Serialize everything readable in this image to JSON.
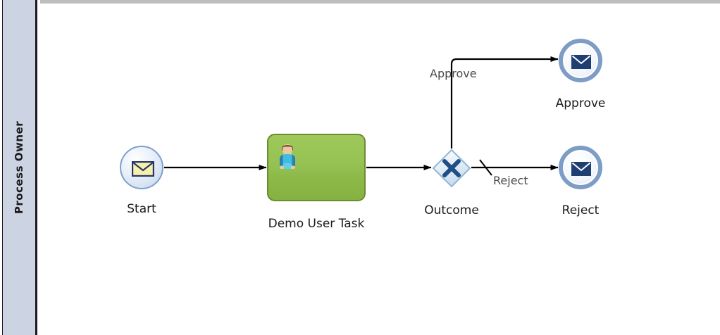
{
  "diagram": {
    "type": "bpmn-process-diagram",
    "lane": {
      "name": "Process Owner",
      "fill_color": "#ccd4e3",
      "border_color": "#1a1a1a"
    },
    "canvas_background": "#ffffff",
    "top_border_color": "#bdbdbd",
    "nodes": [
      {
        "id": "start",
        "label": "Start",
        "node_type": "message-start-event",
        "icon": "envelope-icon",
        "fill_color": "#e8eff9",
        "border_color": "#7e9fd0",
        "icon_color": "#f5efad"
      },
      {
        "id": "demo-user-task",
        "label": "Demo User Task",
        "node_type": "user-task",
        "icon": "user-icon",
        "fill_color": "#96c254",
        "border_color": "#6e8b32"
      },
      {
        "id": "outcome",
        "label": "Outcome",
        "node_type": "exclusive-gateway",
        "icon": "x-marker-icon",
        "fill_color": "#dceaf5",
        "border_color": "#8fb6d6",
        "icon_color": "#1f4f86"
      },
      {
        "id": "approve-end",
        "label": "Approve",
        "node_type": "message-end-event",
        "icon": "envelope-icon",
        "fill_color": "#f4f7fb",
        "border_color": "#7d9cc6",
        "icon_color": "#1f3f73"
      },
      {
        "id": "reject-end",
        "label": "Reject",
        "node_type": "message-end-event",
        "icon": "envelope-icon",
        "fill_color": "#f4f7fb",
        "border_color": "#7d9cc6",
        "icon_color": "#1f3f73"
      }
    ],
    "flows": [
      {
        "id": "flow-start-task",
        "label": "",
        "from": "start",
        "to": "demo-user-task"
      },
      {
        "id": "flow-task-gateway",
        "label": "",
        "from": "demo-user-task",
        "to": "outcome"
      },
      {
        "id": "flow-gateway-approve",
        "label": "Approve",
        "from": "outcome",
        "to": "approve-end"
      },
      {
        "id": "flow-gateway-reject",
        "label": "Reject",
        "from": "outcome",
        "to": "reject-end",
        "marker": "default-flow-slash"
      }
    ]
  }
}
